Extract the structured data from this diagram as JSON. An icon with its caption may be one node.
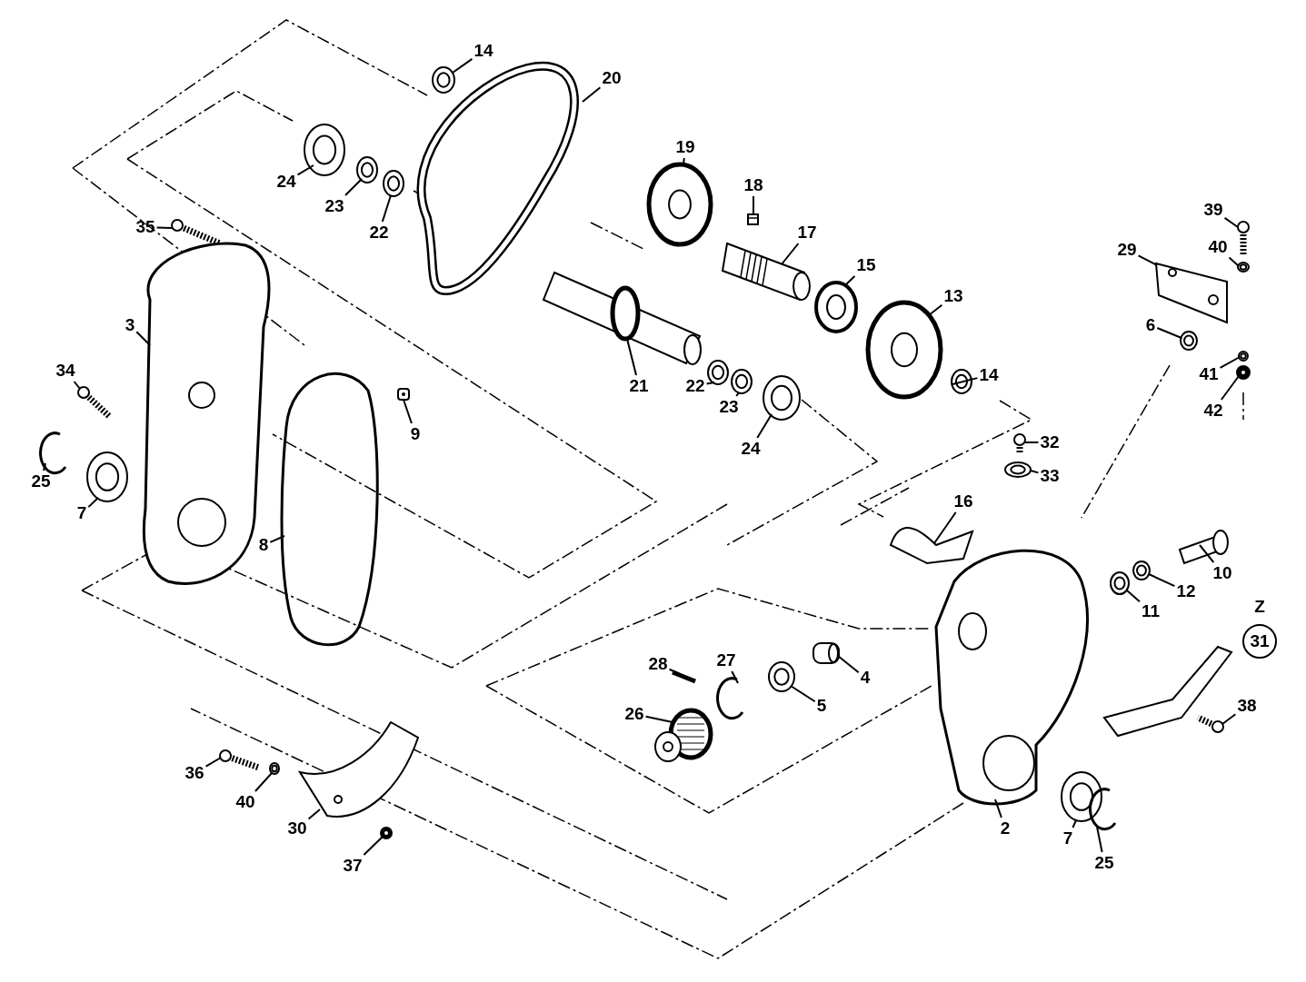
{
  "diagram": {
    "nodes": [
      {
        "text": [
          "14"
        ]
      },
      {
        "text": [
          "20"
        ]
      },
      {
        "text": [
          "24"
        ]
      },
      {
        "text": [
          "23"
        ]
      },
      {
        "text": [
          "22"
        ]
      },
      {
        "text": [
          "19"
        ]
      },
      {
        "text": [
          "18"
        ]
      },
      {
        "text": [
          "17"
        ]
      },
      {
        "text": [
          "35"
        ]
      },
      {
        "text": [
          "3"
        ]
      },
      {
        "text": [
          "15"
        ]
      },
      {
        "text": [
          "13"
        ]
      },
      {
        "text": [
          "21"
        ]
      },
      {
        "text": [
          "22"
        ]
      },
      {
        "text": [
          "23"
        ]
      },
      {
        "text": [
          "24"
        ]
      },
      {
        "text": [
          "14"
        ]
      },
      {
        "text": [
          "29"
        ]
      },
      {
        "text": [
          "39"
        ]
      },
      {
        "text": [
          "40"
        ]
      },
      {
        "text": [
          "6"
        ]
      },
      {
        "text": [
          "41"
        ]
      },
      {
        "text": [
          "42"
        ]
      },
      {
        "text": [
          "34"
        ]
      },
      {
        "text": [
          "9"
        ]
      },
      {
        "text": [
          "25"
        ]
      },
      {
        "text": [
          "7"
        ]
      },
      {
        "text": [
          "32"
        ]
      },
      {
        "text": [
          "33"
        ]
      },
      {
        "text": [
          "8"
        ]
      },
      {
        "text": [
          "16"
        ]
      },
      {
        "text": [
          "10"
        ]
      },
      {
        "text": [
          "11"
        ]
      },
      {
        "text": [
          "12"
        ]
      },
      {
        "text": [
          "31"
        ],
        "beside": [
          "Z"
        ]
      },
      {
        "text": [
          "28"
        ]
      },
      {
        "text": [
          "27"
        ]
      },
      {
        "text": [
          "4"
        ]
      },
      {
        "text": [
          "26"
        ]
      },
      {
        "text": [
          "5"
        ]
      },
      {
        "text": [
          "38"
        ]
      },
      {
        "text": [
          "36"
        ]
      },
      {
        "text": [
          "40"
        ]
      },
      {
        "text": [
          "2"
        ]
      },
      {
        "text": [
          "7"
        ]
      },
      {
        "text": [
          "25"
        ]
      },
      {
        "text": [
          "30"
        ]
      },
      {
        "text": [
          "37"
        ]
      },
      {
        "text": [],
        "shape": "picture"
      },
      {
        "text": [],
        "shape": "picture"
      },
      {
        "text": [],
        "shape": "picture"
      },
      {
        "text": [],
        "shape": "picture"
      },
      {
        "text": [],
        "shape": "picture"
      },
      {
        "text": [],
        "shape": "picture"
      },
      {
        "text": [],
        "shape": "picture"
      },
      {
        "text": [],
        "shape": "picture"
      },
      {
        "text": [],
        "shape": "picture"
      },
      {
        "text": [],
        "shape": "picture"
      },
      {
        "text": [],
        "shape": "picture"
      },
      {
        "text": [],
        "shape": "picture"
      },
      {
        "text": [],
        "shape": "picture"
      },
      {
        "text": [],
        "shape": "picture"
      },
      {
        "text": [],
        "shape": "picture"
      },
      {
        "text": [],
        "shape": "picture"
      },
      {
        "text": [],
        "shape": "picture"
      },
      {
        "text": [],
        "shape": "picture"
      },
      {
        "text": [],
        "shape": "picture"
      },
      {
        "text": [],
        "shape": "picture"
      },
      {
        "text": [],
        "shape": "picture"
      },
      {
        "text": [],
        "shape": "picture"
      },
      {
        "text": [],
        "shape": "picture"
      },
      {
        "text": [],
        "shape": "picture"
      },
      {
        "text": [],
        "shape": "picture"
      },
      {
        "text": [],
        "shape": "picture"
      },
      {
        "text": [],
        "shape": "picture"
      },
      {
        "text": [],
        "shape": "picture"
      },
      {
        "text": [],
        "shape": "picture"
      },
      {
        "text": [],
        "shape": "picture"
      },
      {
        "text": [],
        "shape": "picture"
      },
      {
        "text": [],
        "shape": "picture"
      },
      {
        "text": [],
        "shape": "picture"
      },
      {
        "text": [],
        "shape": "picture"
      },
      {
        "text": [],
        "shape": "picture"
      },
      {
        "text": [],
        "shape": "picture"
      },
      {
        "text": [],
        "shape": "picture"
      },
      {
        "text": [],
        "shape": "picture"
      },
      {
        "text": [],
        "shape": "picture"
      },
      {
        "text": [],
        "shape": "picture"
      },
      {
        "text": [],
        "shape": "picture"
      },
      {
        "text": [],
        "shape": "picture"
      },
      {
        "text": [],
        "shape": "picture"
      },
      {
        "text": [],
        "shape": "picture"
      },
      {
        "text": [],
        "shape": "picture"
      },
      {
        "text": [],
        "shape": "picture"
      },
      {
        "text": [],
        "shape": "picture"
      }
    ],
    "edges": [
      {
        "from": 0,
        "to": 48,
        "arrow": "none"
      },
      {
        "from": 1,
        "to": 49,
        "arrow": "none"
      },
      {
        "from": 2,
        "to": 50,
        "arrow": "none"
      },
      {
        "from": 3,
        "to": 51,
        "arrow": "none"
      },
      {
        "from": 4,
        "to": 52,
        "arrow": "none"
      },
      {
        "from": 5,
        "to": 53,
        "arrow": "none"
      },
      {
        "from": 6,
        "to": 54,
        "arrow": "none"
      },
      {
        "from": 7,
        "to": 55,
        "arrow": "none"
      },
      {
        "from": 8,
        "to": 56,
        "arrow": "none"
      },
      {
        "from": 9,
        "to": 57,
        "arrow": "none"
      },
      {
        "from": 10,
        "to": 58,
        "arrow": "none"
      },
      {
        "from": 11,
        "to": 59,
        "arrow": "none"
      },
      {
        "from": 12,
        "to": 60,
        "arrow": "none"
      },
      {
        "from": 13,
        "to": 61,
        "arrow": "none"
      },
      {
        "from": 14,
        "to": 62,
        "arrow": "none"
      },
      {
        "from": 15,
        "to": 63,
        "arrow": "none"
      },
      {
        "from": 16,
        "to": 64,
        "arrow": "none"
      },
      {
        "from": 17,
        "to": 65,
        "arrow": "none"
      },
      {
        "from": 18,
        "to": 66,
        "arrow": "none"
      },
      {
        "from": 19,
        "to": 67,
        "arrow": "none"
      },
      {
        "from": 20,
        "to": 68,
        "arrow": "none"
      },
      {
        "from": 21,
        "to": 69,
        "arrow": "none"
      },
      {
        "from": 22,
        "to": 70,
        "arrow": "none"
      },
      {
        "from": 23,
        "to": 71,
        "arrow": "none"
      },
      {
        "from": 24,
        "to": 72,
        "arrow": "none"
      },
      {
        "from": 25,
        "to": 73,
        "arrow": "none"
      },
      {
        "from": 26,
        "to": 74,
        "arrow": "none"
      },
      {
        "from": 27,
        "to": 75,
        "arrow": "none"
      },
      {
        "from": 28,
        "to": 76,
        "arrow": "none"
      },
      {
        "from": 29,
        "to": 77,
        "arrow": "none"
      },
      {
        "from": 30,
        "to": 78,
        "arrow": "none"
      },
      {
        "from": 31,
        "to": 79,
        "arrow": "none"
      },
      {
        "from": 32,
        "to": 80,
        "arrow": "none"
      },
      {
        "from": 33,
        "to": 81,
        "arrow": "none"
      },
      {
        "from": 35,
        "to": 82,
        "arrow": "none"
      },
      {
        "from": 36,
        "to": 83,
        "arrow": "none"
      },
      {
        "from": 37,
        "to": 84,
        "arrow": "none"
      },
      {
        "from": 38,
        "to": 85,
        "arrow": "none"
      },
      {
        "from": 39,
        "to": 86,
        "arrow": "none"
      },
      {
        "from": 40,
        "to": 87,
        "arrow": "none"
      },
      {
        "from": 41,
        "to": 88,
        "arrow": "none"
      },
      {
        "from": 42,
        "to": 89,
        "arrow": "none"
      },
      {
        "from": 43,
        "to": 90,
        "arrow": "none"
      },
      {
        "from": 44,
        "to": 91,
        "arrow": "none"
      },
      {
        "from": 45,
        "to": 92,
        "arrow": "none"
      },
      {
        "from": 46,
        "to": 93,
        "arrow": "none"
      },
      {
        "from": 47,
        "to": 94,
        "arrow": "none"
      }
    ]
  }
}
